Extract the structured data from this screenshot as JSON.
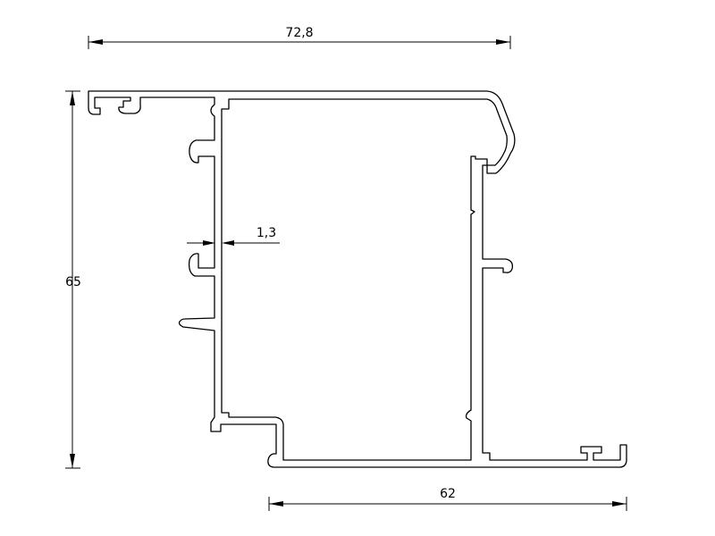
{
  "dimensions": {
    "overall_width": "72,8",
    "height": "65",
    "wall_thickness": "1,3",
    "bottom_width": "62"
  },
  "colors": {
    "line": "#000000",
    "background": "#ffffff"
  }
}
